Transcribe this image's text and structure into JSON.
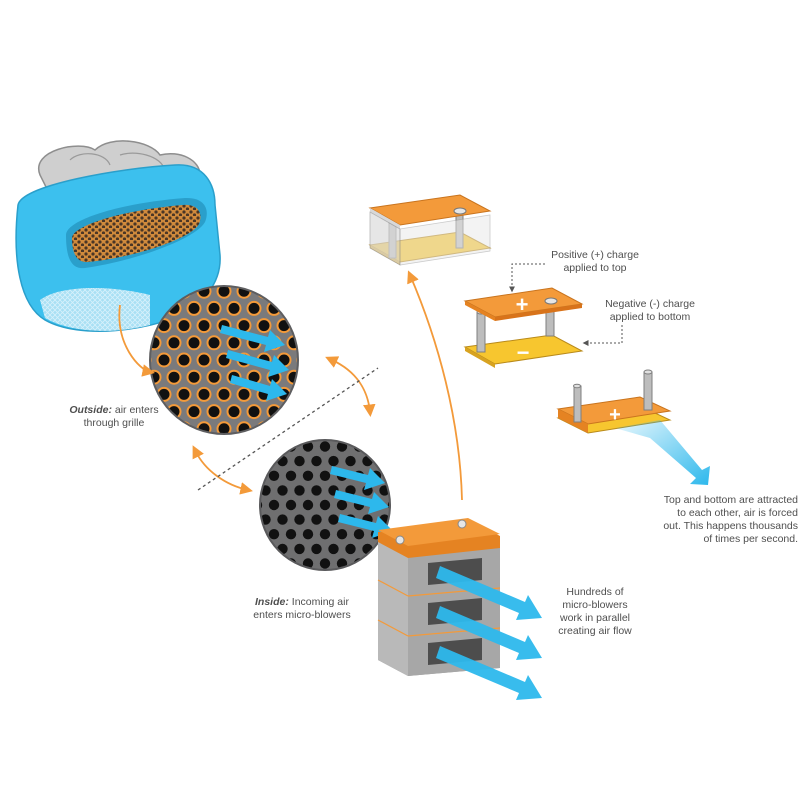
{
  "labels": {
    "outside_bold": "Outside:",
    "outside_rest": " air enters",
    "outside_line2": "through grille",
    "inside_bold": "Inside:",
    "inside_rest": " Incoming air",
    "inside_line2": "enters micro-blowers",
    "positive_line1": "Positive (+) charge",
    "positive_line2": "applied to top",
    "negative_line1": "Negative (-) charge",
    "negative_line2": "applied to bottom",
    "attract_line1": "Top and bottom are attracted",
    "attract_line2": "to each other, air is forced",
    "attract_line3": "out. This happens thousands",
    "attract_line4": "of times per second.",
    "hundreds_line1": "Hundreds of",
    "hundreds_line2": "micro-blowers",
    "hundreds_line3": "work in parallel",
    "hundreds_line4": "creating air flow"
  },
  "plates": {
    "plus_sign": "+",
    "minus_sign": "−",
    "plus_sign_2": "+"
  },
  "colors": {
    "orange": "#f39a3a",
    "orange_dark": "#e58322",
    "yellow": "#f7c62f",
    "gray": "#bdbdbd",
    "gray_dark": "#8f8f8f",
    "dark_disc": "#6f6f70",
    "blue": "#2db8ec",
    "blue_light": "#7fd6f5",
    "text": "#4f4f4f"
  }
}
